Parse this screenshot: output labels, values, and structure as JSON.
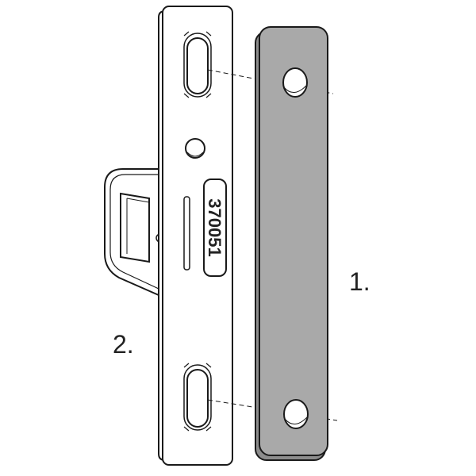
{
  "callouts": {
    "part_1": "1.",
    "part_2": "2."
  },
  "stamp": {
    "code": "370051"
  },
  "colors": {
    "spacer_fill": "#a9a9a9",
    "plate_fill": "#ffffff",
    "outline": "#1a1a1a"
  }
}
